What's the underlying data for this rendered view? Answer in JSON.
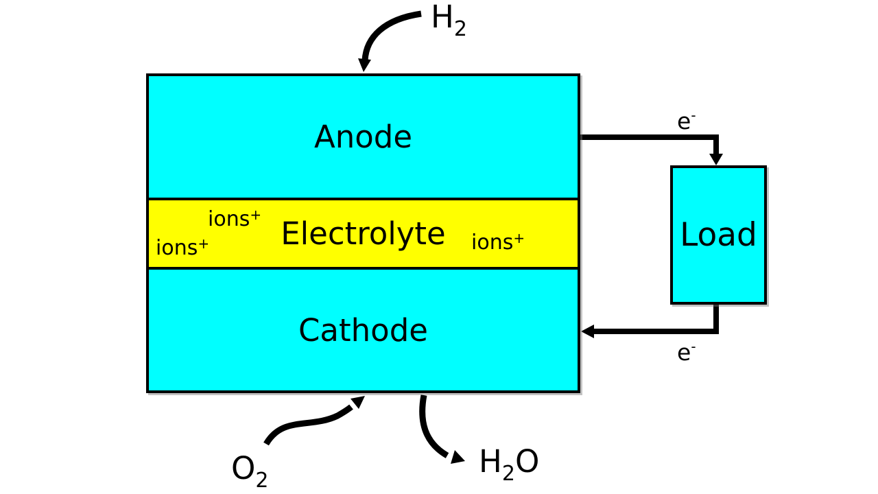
{
  "colors": {
    "electrode": "#00ffff",
    "electrolyte": "#ffff00",
    "outline": "#000000",
    "background": "#ffffff"
  },
  "cell": {
    "anode": "Anode",
    "electrolyte": "Electrolyte",
    "cathode": "Cathode"
  },
  "load": {
    "label": "Load"
  },
  "ions": {
    "base": "ions",
    "sup": "+"
  },
  "electron": {
    "base": "e",
    "sup": "-"
  },
  "molecules": {
    "hydrogen": {
      "base": "H",
      "sub": "2"
    },
    "oxygen": {
      "base": "O",
      "sub": "2"
    },
    "water": {
      "base": "H",
      "sub": "2",
      "tail": "O"
    }
  }
}
